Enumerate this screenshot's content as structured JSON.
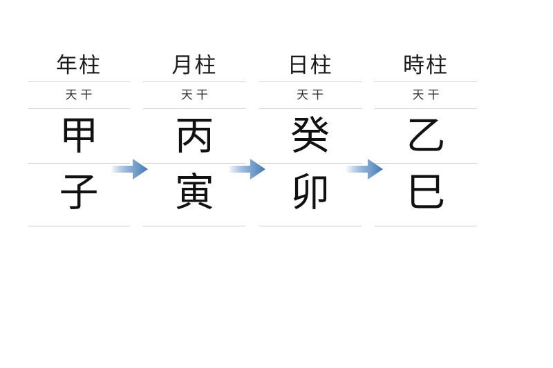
{
  "chart": {
    "title_row_label": "pillars",
    "accent_color": "#3f78b5",
    "rule_color": "#cdcdcd",
    "text_color": "#111111",
    "background": "#ffffff",
    "pillars": [
      {
        "header": "年柱",
        "sublabel": "天干",
        "stem": "甲",
        "branch": "子"
      },
      {
        "header": "月柱",
        "sublabel": "天干",
        "stem": "丙",
        "branch": "寅"
      },
      {
        "header": "日柱",
        "sublabel": "天干",
        "stem": "癸",
        "branch": "卯"
      },
      {
        "header": "時柱",
        "sublabel": "天干",
        "stem": "乙",
        "branch": "巳"
      }
    ],
    "arrows": [
      {
        "name": "arrow-year-to-month"
      },
      {
        "name": "arrow-month-to-day"
      },
      {
        "name": "arrow-day-to-hour"
      }
    ]
  }
}
